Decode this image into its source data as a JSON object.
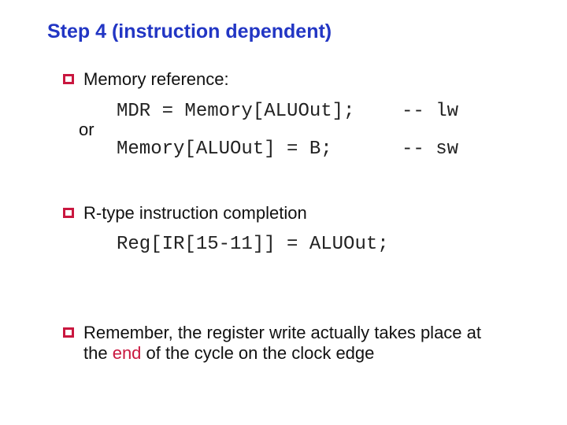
{
  "title": "Step 4 (instruction dependent)",
  "bullet1": {
    "label": "Memory reference:"
  },
  "memory_code": {
    "line1": "MDR = Memory[ALUOut];",
    "comment1": "-- lw",
    "or": "or",
    "line2": "Memory[ALUOut] = B;",
    "comment2": "-- sw"
  },
  "bullet2": {
    "label": "R-type instruction completion"
  },
  "rtype_code": {
    "line": "Reg[IR[15-11]] = ALUOut;"
  },
  "bullet3": {
    "line1": "Remember, the register write actually takes place at",
    "line2_pre": "the ",
    "line2_highlight": "end",
    "line2_post": " of the cycle on the clock edge"
  },
  "colors": {
    "title_blue": "#2236c4",
    "accent_red": "#c9173f",
    "body_text": "#111111",
    "code_text": "#222222",
    "background": "#ffffff"
  }
}
